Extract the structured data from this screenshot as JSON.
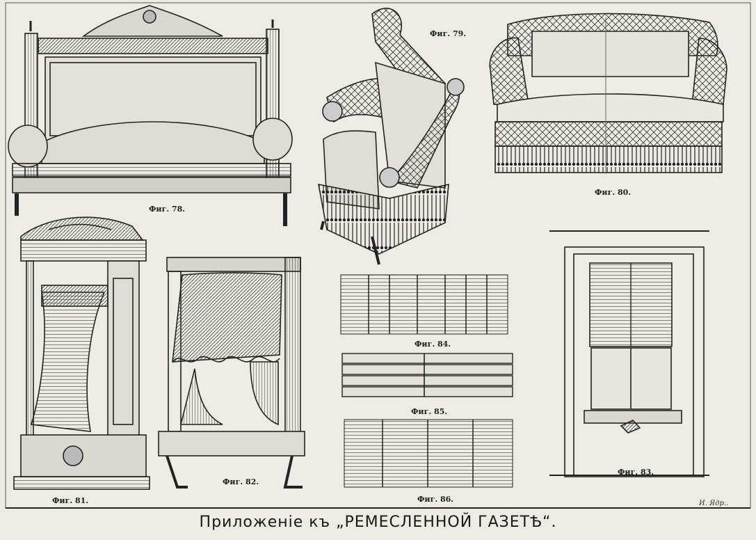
{
  "figures": {
    "fig78": "Фиг. 78.",
    "fig79": "Фиг. 79.",
    "fig80": "Фиг. 80.",
    "fig81": "Фиг. 81.",
    "fig82": "Фиг. 82.",
    "fig83": "Фиг. 83.",
    "fig84": "Фиг. 84.",
    "fig85": "Фиг. 85.",
    "fig86": "Фиг. 86."
  },
  "footer": "Приложеніе къ „РЕМЕСЛЕННОЙ ГАЗЕТѢ“.",
  "signature": "И. Ядр.."
}
